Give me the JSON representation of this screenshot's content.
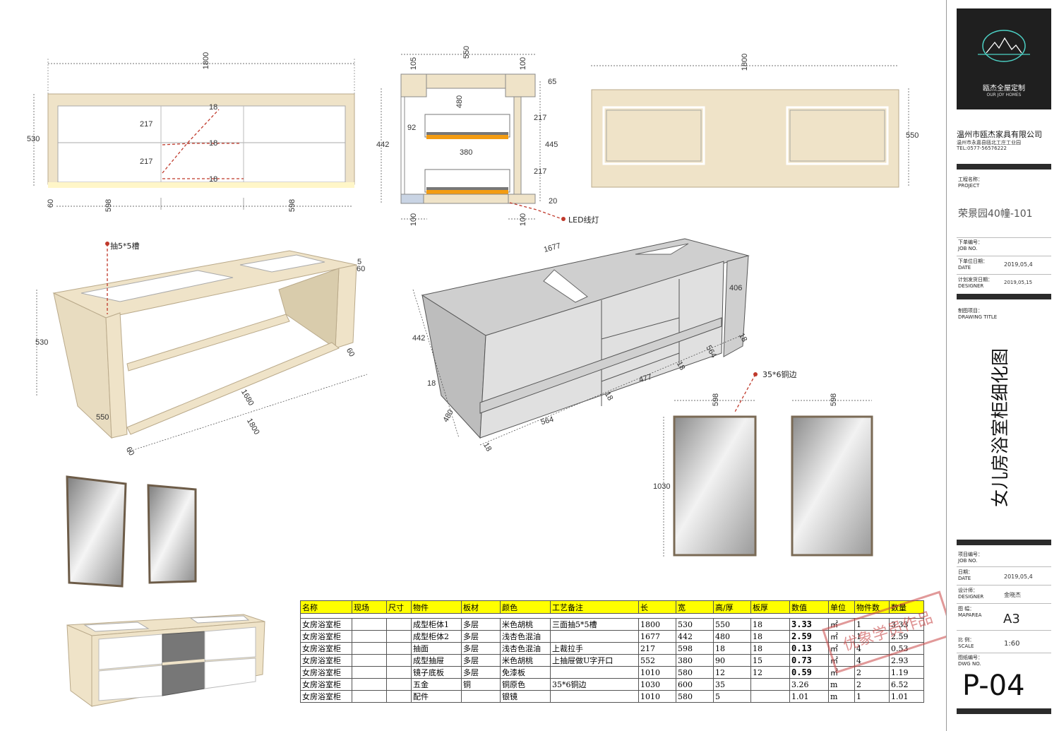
{
  "front_elevation": {
    "width": "1800",
    "height": "530",
    "toe": "60",
    "drawer_h1": "217",
    "drawer_h2": "217",
    "gap1": "18",
    "gap2": "18",
    "gap3": "18",
    "bottom_left": "598",
    "bottom_right": "598"
  },
  "section": {
    "top": "550",
    "left_top": "105",
    "right_top": "100",
    "top_panel": "65",
    "inner_w": "480",
    "height_left": "442",
    "height_right": "445",
    "drawer_upper": "217",
    "drawer_lower": "217",
    "drawer_box_h": "92",
    "drawer_w": "380",
    "base": "20",
    "bottom_left": "100",
    "bottom_right": "100",
    "led_label": "LED线灯"
  },
  "top_view": {
    "width": "1800",
    "depth": "550"
  },
  "frame_iso": {
    "groove_label": "抽5*5槽",
    "d_5": "5",
    "d_60a": "60",
    "height": "530",
    "d_60b": "60",
    "inner_len": "1680",
    "len": "1800",
    "depth": "550",
    "d_60c": "60"
  },
  "carcass_iso": {
    "length": "1677",
    "height": "442",
    "depth": "480",
    "inner_h": "406",
    "d_18a": "18",
    "w_564a": "564",
    "d_18b": "18",
    "w_477": "477",
    "d_18c": "18",
    "w_564b": "564",
    "d_18d": "18",
    "d_18e": "18"
  },
  "mirrors": {
    "label": "35*6铜边",
    "w_left": "598",
    "w_right": "598",
    "height": "1030"
  },
  "table": {
    "headers": [
      "名称",
      "现场",
      "尺寸",
      "物件",
      "板材",
      "颜色",
      "工艺备注",
      "长",
      "宽",
      "高/厚",
      "板厚",
      "数值",
      "单位",
      "物件数",
      "数量"
    ],
    "rows": [
      [
        "女房浴室柜",
        "",
        "",
        "成型柜体1",
        "多层",
        "米色胡桃",
        "三面抽5*5槽",
        "1800",
        "530",
        "550",
        "18",
        "3.33",
        "㎡",
        "1",
        "3.33"
      ],
      [
        "女房浴室柜",
        "",
        "",
        "成型柜体2",
        "多层",
        "浅杏色混油",
        "",
        "1677",
        "442",
        "480",
        "18",
        "2.59",
        "㎡",
        "1",
        "2.59"
      ],
      [
        "女房浴室柜",
        "",
        "",
        "抽面",
        "多层",
        "浅杏色混油",
        "上裁拉手",
        "217",
        "598",
        "18",
        "18",
        "0.13",
        "㎡",
        "4",
        "0.53"
      ],
      [
        "女房浴室柜",
        "",
        "",
        "成型抽屉",
        "多层",
        "米色胡桃",
        "上抽屉做U字开口",
        "552",
        "380",
        "90",
        "15",
        "0.73",
        "㎡",
        "4",
        "2.93"
      ],
      [
        "女房浴室柜",
        "",
        "",
        "镜子底板",
        "多层",
        "免漆板",
        "",
        "1010",
        "580",
        "12",
        "12",
        "0.59",
        "㎡",
        "2",
        "1.19"
      ],
      [
        "女房浴室柜",
        "",
        "",
        "五金",
        "铜",
        "铜原色",
        "35*6铜边",
        "1030",
        "600",
        "35",
        "",
        "3.26",
        "m",
        "2",
        "6.52"
      ],
      [
        "女房浴室柜",
        "",
        "",
        "配件",
        "",
        "银镜",
        "",
        "1010",
        "580",
        "5",
        "",
        "1.01",
        "m",
        "1",
        "1.01"
      ]
    ]
  },
  "title_block": {
    "logo_text": "瓯杰全屋定制",
    "logo_sub": "OUR JOY HOMES",
    "company": "温州市瓯杰家具有限公司",
    "address": "温州市永嘉县瓯北工庄工业园",
    "tel": "TEL:0577-56576222",
    "project_label_cn": "工程名称：",
    "project_label_en": "PROJECT",
    "project": "荣景园40幢-101",
    "job_label_cn": "下单编号：",
    "job_label_en": "JOB NO.",
    "date_label_cn": "下单位日期：",
    "date_label_en": "DATE",
    "date": "2019,05,4",
    "designer_label_cn": "计划发货日期：",
    "designer_label_en": "DESIGNER",
    "ship_date": "2019,05,15",
    "drawing_label_cn": "制图项目：",
    "drawing_label_en": "DRAWING TITLE",
    "drawing_title": "女儿房浴室柜细化图",
    "job2_label_cn": "项目编号：",
    "job2_label_en": "JOB NO.",
    "date2_label_cn": "日期：",
    "date2_label_en": "DATE",
    "date2": "2019,05,4",
    "designer2_label_cn": "设计师：",
    "designer2_label_en": "DESIGNER",
    "designer": "金晓杰",
    "area_label_cn": "图 幅：",
    "area_label_en": "MAPAREA",
    "area": "A3",
    "scale_label_cn": "比 例：",
    "scale_label_en": "SCALE",
    "scale": "1:60",
    "dwg_label_cn": "图纸编号：",
    "dwg_label_en": "DWG NO.",
    "dwg": "P-04"
  },
  "watermark": "优象学员作品",
  "colors": {
    "wood": "#efe3c8",
    "grey": "#cfcfcf",
    "accent": "#c0392b",
    "orange": "#f39c12"
  }
}
